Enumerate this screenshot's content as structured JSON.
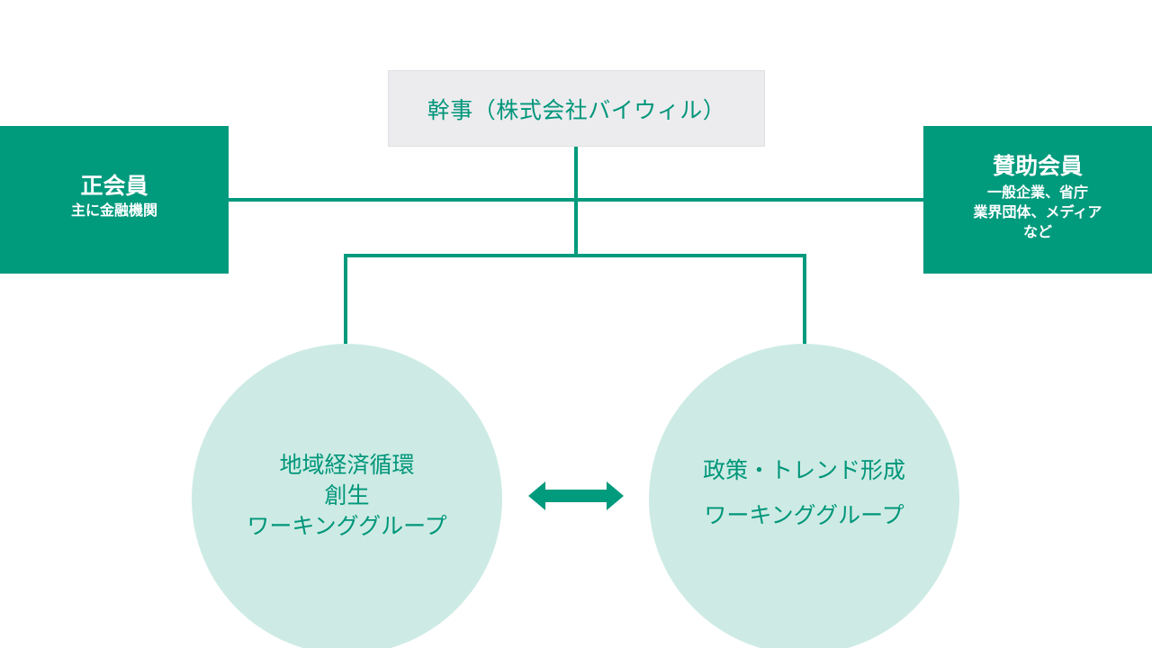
{
  "secretariat": {
    "label": "幹事（株式会社バイウィル）"
  },
  "regular_members": {
    "title": "正会員",
    "subtitle": "主に金融機関"
  },
  "supporting_members": {
    "title": "賛助会員",
    "subtitle_lines": [
      "一般企業、省庁",
      "業界団体、メディア",
      "など"
    ]
  },
  "working_groups": [
    {
      "lines": [
        "地域経済循環",
        "創生",
        "ワーキンググループ"
      ]
    },
    {
      "lines": [
        "政策・トレンド形成",
        "ワーキンググループ"
      ]
    }
  ],
  "colors": {
    "accent": "#009a7d",
    "text_accent": "#00967a",
    "circle_fill": "#cdebe4",
    "secretariat_fill": "#ececef"
  },
  "icons": {
    "link": "double-arrow-icon"
  }
}
